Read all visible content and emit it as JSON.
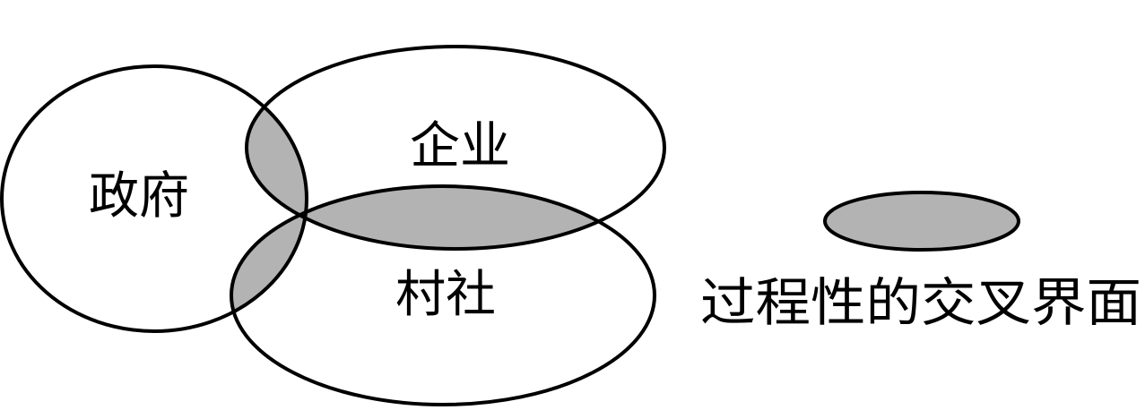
{
  "diagram": {
    "sets": [
      {
        "id": "government",
        "label": "政府"
      },
      {
        "id": "enterprise",
        "label": "企业"
      },
      {
        "id": "village",
        "label": "村社"
      }
    ],
    "legend": {
      "label": "过程性的交叉界面"
    },
    "colors": {
      "intersection_fill": "#b3b3b3",
      "stroke": "#000000",
      "background": "#ffffff"
    }
  }
}
